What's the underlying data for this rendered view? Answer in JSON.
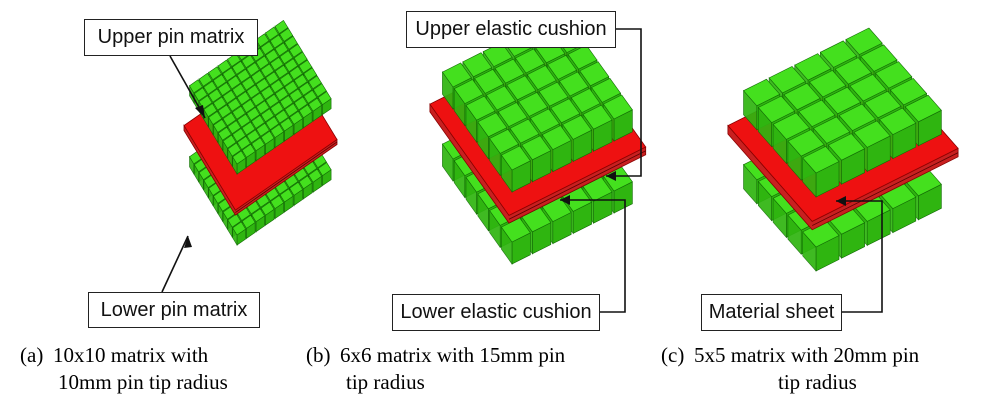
{
  "callouts": {
    "upper_pin_matrix": "Upper pin matrix",
    "lower_pin_matrix": "Lower pin matrix",
    "upper_elastic_cushion": "Upper elastic cushion",
    "lower_elastic_cushion": "Lower elastic cushion",
    "material_sheet": "Material sheet"
  },
  "captions": [
    {
      "tag": "(a)",
      "line1": "10x10 matrix with",
      "line2": "10mm pin tip radius"
    },
    {
      "tag": "(b)",
      "line1": "6x6 matrix with 15mm pin",
      "line2": "tip radius"
    },
    {
      "tag": "(c)",
      "line1": "5x5 matrix with 20mm pin",
      "line2": "tip radius"
    }
  ],
  "colors": {
    "pin_face": "#44e01e",
    "pin_side": "#2fb510",
    "pin_edge": "#136b06",
    "sheet": "#ee1111",
    "sheet_edge": "#8a0000",
    "cushion": "#c82020"
  },
  "assemblies": [
    {
      "id": "a",
      "grid": 10
    },
    {
      "id": "b",
      "grid": 6
    },
    {
      "id": "c",
      "grid": 5
    }
  ]
}
